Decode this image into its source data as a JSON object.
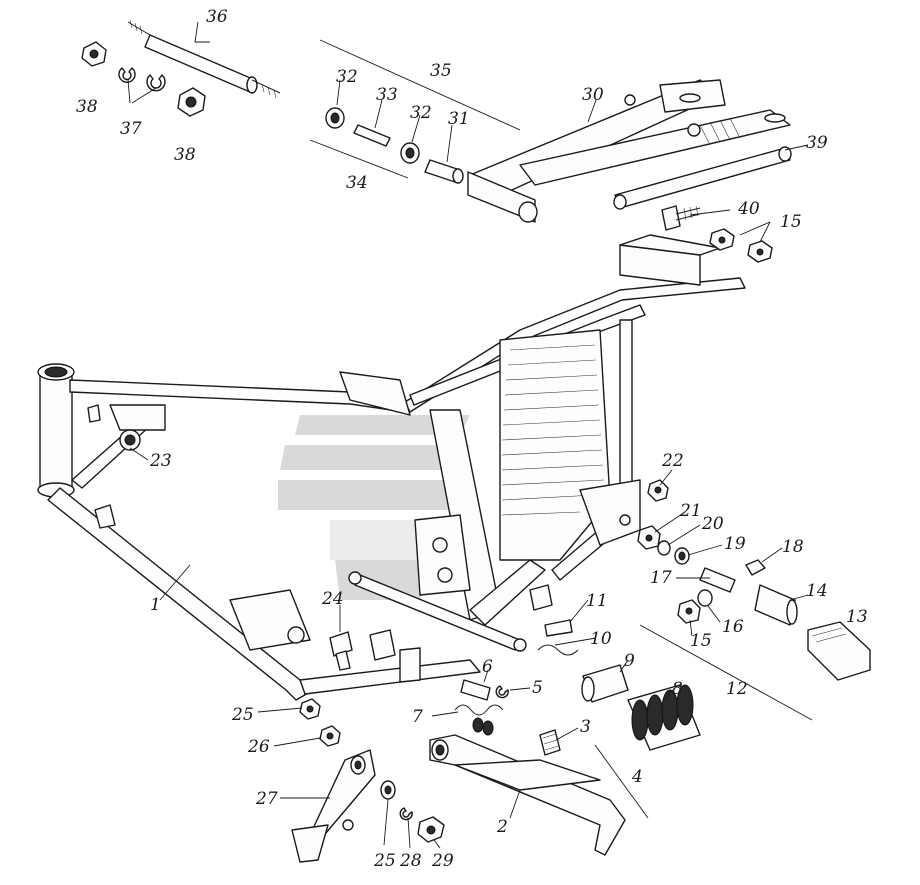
{
  "callouts": {
    "c1": "1",
    "c2": "2",
    "c3": "3",
    "c4": "4",
    "c5": "5",
    "c6": "6",
    "c7": "7",
    "c8": "8",
    "c9": "9",
    "c10": "10",
    "c11": "11",
    "c12": "12",
    "c13": "13",
    "c14": "14",
    "c15a": "15",
    "c15b": "15",
    "c16": "16",
    "c17": "17",
    "c18": "18",
    "c19": "19",
    "c20": "20",
    "c21": "21",
    "c22": "22",
    "c23": "23",
    "c24": "24",
    "c25a": "25",
    "c25b": "25",
    "c26": "26",
    "c27": "27",
    "c28": "28",
    "c29": "29",
    "c30": "30",
    "c31": "31",
    "c32a": "32",
    "c32b": "32",
    "c33": "33",
    "c34": "34",
    "c35": "35",
    "c36": "36",
    "c37": "37",
    "c38a": "38",
    "c38b": "38",
    "c39": "39",
    "c40": "40"
  }
}
